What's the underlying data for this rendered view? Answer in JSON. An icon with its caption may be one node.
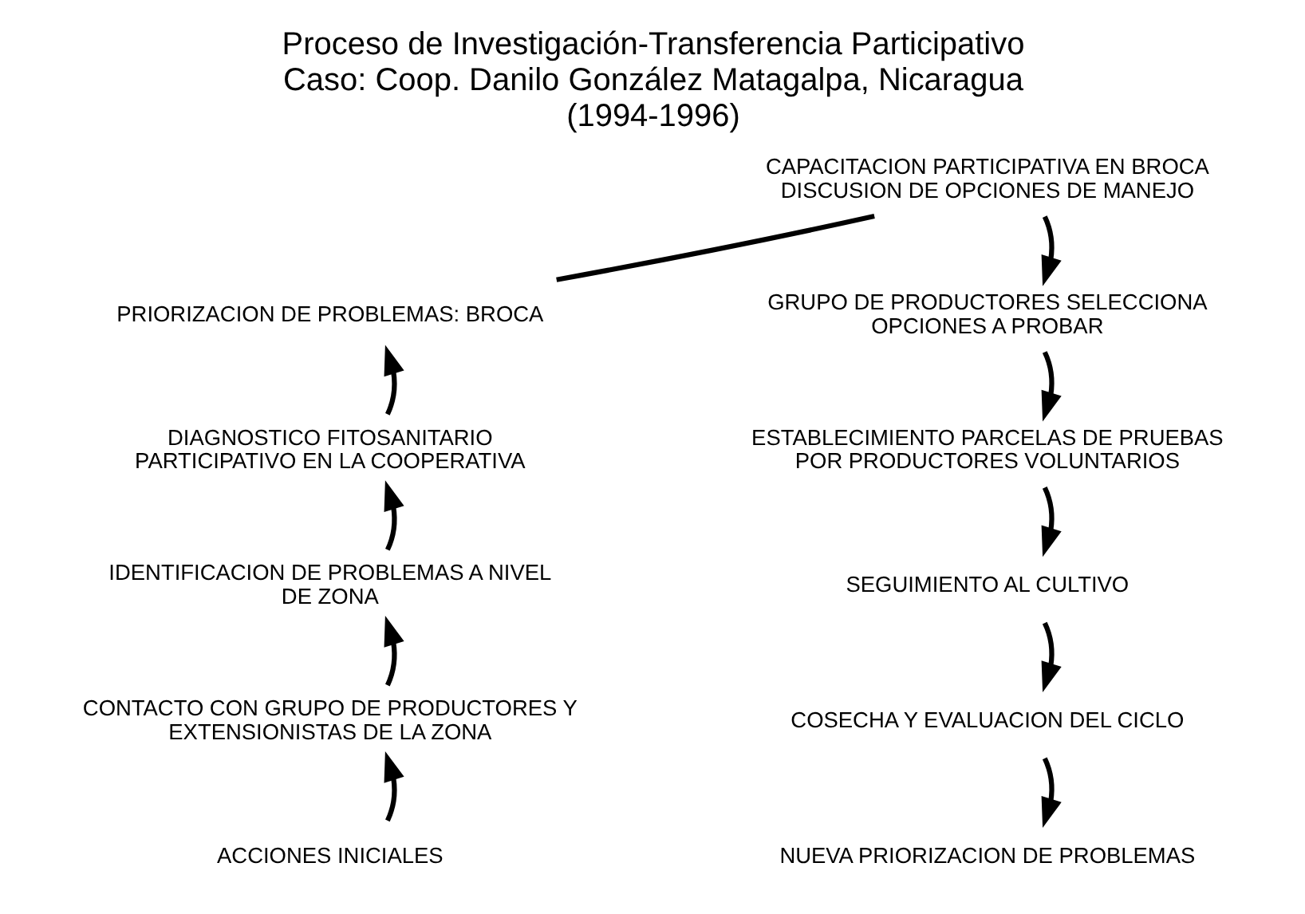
{
  "diagram": {
    "title": "Proceso de Investigación-Transferencia Participativo Caso: Coop. Danilo González Matagalpa, Nicaragua (1994-1996)",
    "nodes": [
      {
        "text": [
          "ACCIONES INICIALES"
        ]
      },
      {
        "text": [
          "CONTACTO CON GRUPO DE PRODUCTORES Y EXTENSIONISTAS DE LA ZONA"
        ]
      },
      {
        "text": [
          "IDENTIFICACION DE PROBLEMAS A NIVEL DE ZONA"
        ]
      },
      {
        "text": [
          "DIAGNOSTICO FITOSANITARIO PARTICIPATIVO EN LA COOPERATIVA"
        ]
      },
      {
        "text": [
          "PRIORIZACION DE PROBLEMAS: BROCA"
        ]
      },
      {
        "text": [
          "CAPACITACION PARTICIPATIVA EN BROCA DISCUSION DE OPCIONES DE MANEJO"
        ]
      },
      {
        "text": [
          "GRUPO DE PRODUCTORES SELECCIONA OPCIONES A PROBAR"
        ]
      },
      {
        "text": [
          "ESTABLECIMIENTO PARCELAS DE PRUEBAS POR PRODUCTORES VOLUNTARIOS"
        ]
      },
      {
        "text": [
          "SEGUIMIENTO AL CULTIVO"
        ]
      },
      {
        "text": [
          "COSECHA Y EVALUACION DEL CICLO"
        ]
      },
      {
        "text": [
          "NUEVA PRIORIZACION DE PROBLEMAS"
        ]
      }
    ],
    "edges": [
      {
        "from": 0,
        "to": 1,
        "arrow": "to"
      },
      {
        "from": 1,
        "to": 2,
        "arrow": "to"
      },
      {
        "from": 2,
        "to": 3,
        "arrow": "to"
      },
      {
        "from": 3,
        "to": 4,
        "arrow": "to"
      },
      {
        "from": 4,
        "to": 5,
        "arrow": "none"
      },
      {
        "from": 5,
        "to": 6,
        "arrow": "to"
      },
      {
        "from": 6,
        "to": 7,
        "arrow": "to"
      },
      {
        "from": 7,
        "to": 8,
        "arrow": "to"
      },
      {
        "from": 8,
        "to": 9,
        "arrow": "to"
      },
      {
        "from": 9,
        "to": 10,
        "arrow": "to"
      }
    ]
  }
}
